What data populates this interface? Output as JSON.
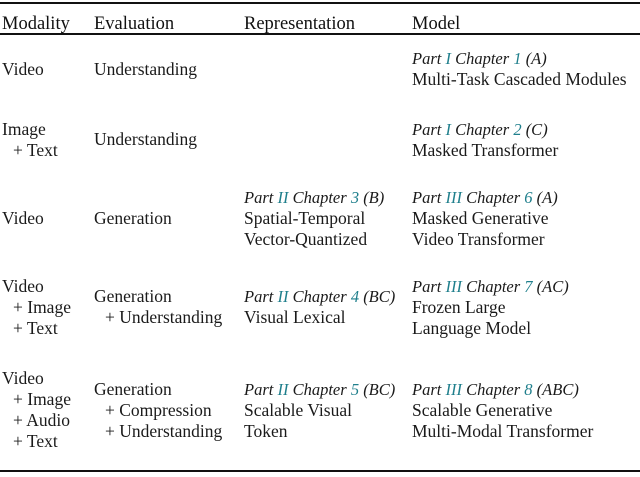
{
  "table": {
    "headers": {
      "modality": "Modality",
      "evaluation": "Evaluation",
      "representation": "Representation",
      "model": "Model"
    },
    "accent_color": "#1f7f8c",
    "rule_color": "#111111",
    "rows": [
      {
        "modality": [
          "Video"
        ],
        "evaluation": [
          "Understanding"
        ],
        "representation": {
          "ref": null,
          "lines": []
        },
        "model": {
          "ref": {
            "part_label": "Part",
            "part_num": "I",
            "chapter_label": "Chapter",
            "chapter_num": "1",
            "tag": "(A)"
          },
          "lines": [
            "Multi-Task Cascaded Modules"
          ]
        }
      },
      {
        "modality": [
          "Image",
          "+ Text"
        ],
        "evaluation": [
          "Understanding"
        ],
        "representation": {
          "ref": null,
          "lines": []
        },
        "model": {
          "ref": {
            "part_label": "Part",
            "part_num": "I",
            "chapter_label": "Chapter",
            "chapter_num": "2",
            "tag": "(C)"
          },
          "lines": [
            "Masked Transformer"
          ]
        }
      },
      {
        "modality": [
          "Video"
        ],
        "evaluation": [
          "Generation"
        ],
        "representation": {
          "ref": {
            "part_label": "Part",
            "part_num": "II",
            "chapter_label": "Chapter",
            "chapter_num": "3",
            "tag": "(B)"
          },
          "lines": [
            "Spatial-Temporal",
            "Vector-Quantized"
          ]
        },
        "model": {
          "ref": {
            "part_label": "Part",
            "part_num": "III",
            "chapter_label": "Chapter",
            "chapter_num": "6",
            "tag": "(A)"
          },
          "lines": [
            "Masked Generative",
            "Video Transformer"
          ]
        }
      },
      {
        "modality": [
          "Video",
          "+ Image",
          "+ Text"
        ],
        "evaluation": [
          "Generation",
          "+ Understanding"
        ],
        "representation": {
          "ref": {
            "part_label": "Part",
            "part_num": "II",
            "chapter_label": "Chapter",
            "chapter_num": "4",
            "tag": "(BC)"
          },
          "lines": [
            "Visual Lexical"
          ]
        },
        "model": {
          "ref": {
            "part_label": "Part",
            "part_num": "III",
            "chapter_label": "Chapter",
            "chapter_num": "7",
            "tag": "(AC)"
          },
          "lines": [
            "Frozen Large",
            "Language Model"
          ]
        }
      },
      {
        "modality": [
          "Video",
          "+ Image",
          "+ Audio",
          "+ Text"
        ],
        "evaluation": [
          "Generation",
          "+ Compression",
          "+ Understanding"
        ],
        "representation": {
          "ref": {
            "part_label": "Part",
            "part_num": "II",
            "chapter_label": "Chapter",
            "chapter_num": "5",
            "tag": "(BC)"
          },
          "lines": [
            "Scalable Visual",
            "Token"
          ]
        },
        "model": {
          "ref": {
            "part_label": "Part",
            "part_num": "III",
            "chapter_label": "Chapter",
            "chapter_num": "8",
            "tag": "(ABC)"
          },
          "lines": [
            "Scalable Generative",
            "Multi-Modal Transformer"
          ]
        }
      }
    ]
  }
}
